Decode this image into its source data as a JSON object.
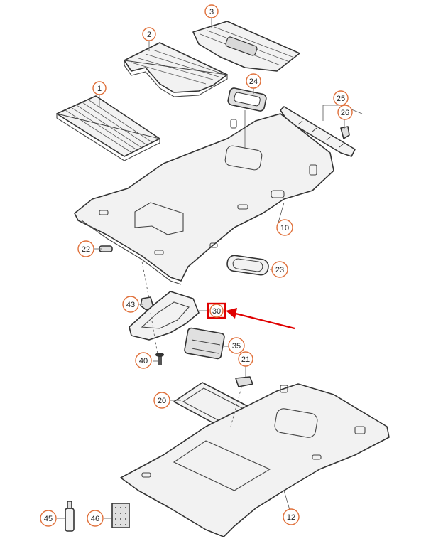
{
  "callouts": [
    {
      "id": "c1",
      "label": "1"
    },
    {
      "id": "c2",
      "label": "2"
    },
    {
      "id": "c3",
      "label": "3"
    },
    {
      "id": "c10",
      "label": "10"
    },
    {
      "id": "c12",
      "label": "12"
    },
    {
      "id": "c20",
      "label": "20"
    },
    {
      "id": "c21",
      "label": "21"
    },
    {
      "id": "c22",
      "label": "22"
    },
    {
      "id": "c23",
      "label": "23"
    },
    {
      "id": "c24",
      "label": "24"
    },
    {
      "id": "c25",
      "label": "25"
    },
    {
      "id": "c26",
      "label": "26"
    },
    {
      "id": "c30",
      "label": "30"
    },
    {
      "id": "c35",
      "label": "35"
    },
    {
      "id": "c40",
      "label": "40"
    },
    {
      "id": "c43",
      "label": "43"
    },
    {
      "id": "c45",
      "label": "45"
    },
    {
      "id": "c46",
      "label": "46"
    }
  ],
  "highlight": {
    "label": "30",
    "color": "#e00000"
  },
  "colors": {
    "callout_ring": "#e0703a",
    "line": "#333333",
    "highlight": "#e00000"
  }
}
